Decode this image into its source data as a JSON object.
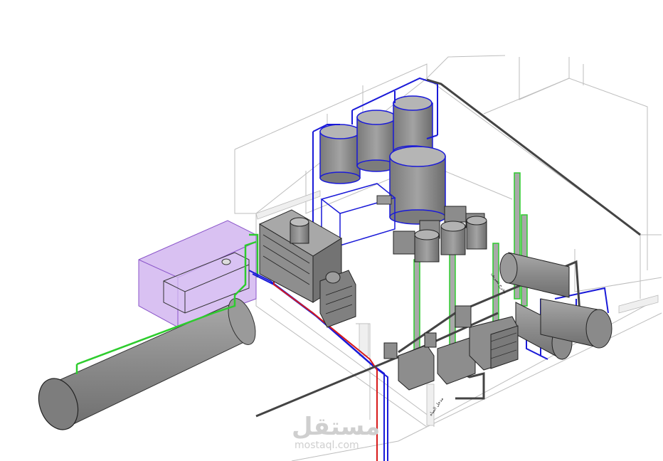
{
  "watermark": {
    "arabic": "مستقل",
    "url": "mostaql.com"
  },
  "labels": {
    "tag_a": "مخرج تصريف",
    "tag_b": "مدخل المياه"
  },
  "colors": {
    "supply_pipe": "#1a1ad8",
    "hot_pipe": "#d81a1a",
    "green_pipe": "#2ecc2e",
    "tank_fill": "#8f8f8f",
    "enclosure": "#b98ee8"
  }
}
